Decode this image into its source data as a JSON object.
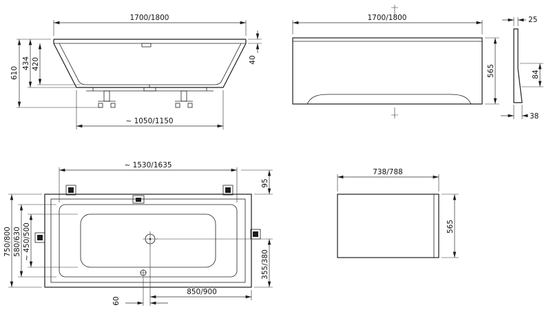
{
  "sheet": {
    "background": "#ffffff",
    "line_color": "#1c1c1c"
  },
  "views": {
    "front_elevation": {
      "name": "bathtub-front-elevation",
      "dims": {
        "overall_length": "1700/1800",
        "overall_height": "610",
        "shell_depth": "434",
        "inner_depth": "420",
        "rim_height": "40",
        "base_length": "~ 1050/1150"
      }
    },
    "front_panel": {
      "name": "front-panel-elevation",
      "dims": {
        "length": "1700/1800",
        "height": "565",
        "thickness": "25",
        "profile_height": "84",
        "foot_depth": "38"
      }
    },
    "plan": {
      "name": "bathtub-plan-view",
      "dims": {
        "inner_length": "~ 1530/1635",
        "end_rim_width": "95",
        "overall_width": "750/800",
        "inner_width": "580/630",
        "floor_width": "~ 450/500",
        "drain_to_side": "355/380",
        "drain_to_end": "850/900",
        "drain_offset": "60"
      }
    },
    "side_panel": {
      "name": "side-panel",
      "dims": {
        "length": "738/788",
        "height": "565"
      }
    }
  }
}
